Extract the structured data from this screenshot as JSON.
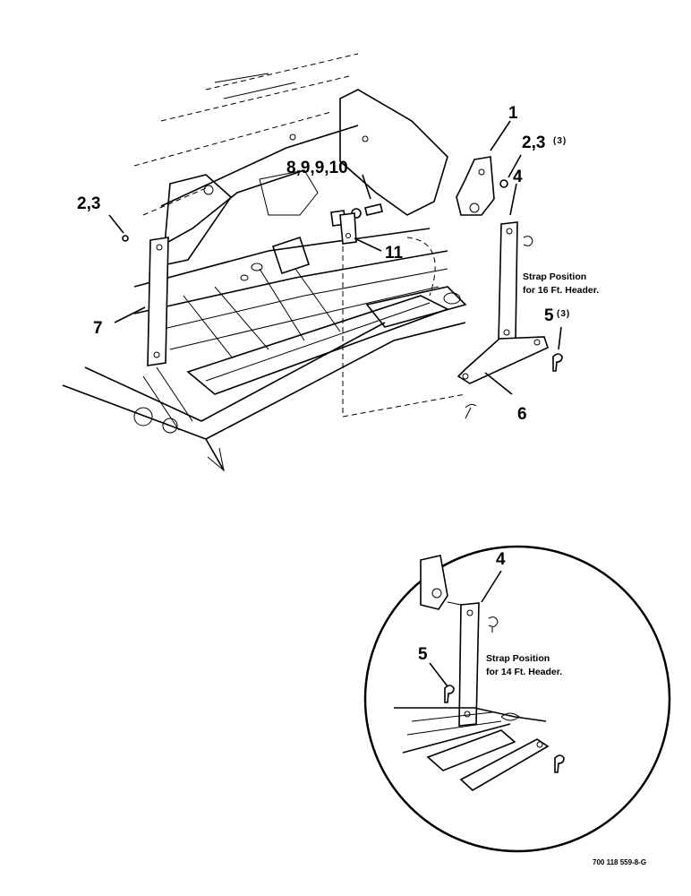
{
  "callouts": {
    "c1": "1",
    "c23_top": "2,3",
    "c23_top_qty": "(3)",
    "c23_left": "2,3",
    "c4": "4",
    "c5": "5",
    "c5_qty": "(3)",
    "c6": "6",
    "c7": "7",
    "c8_10": "8,9,9,10",
    "c11": "11",
    "inset_c4": "4",
    "inset_c5": "5"
  },
  "notes": {
    "strap16_line1": "Strap Position",
    "strap16_line2": "for 16 Ft. Header.",
    "strap14_line1": "Strap Position",
    "strap14_line2": "for 14 Ft. Header."
  },
  "figure_code": "700 118 559-8-G"
}
